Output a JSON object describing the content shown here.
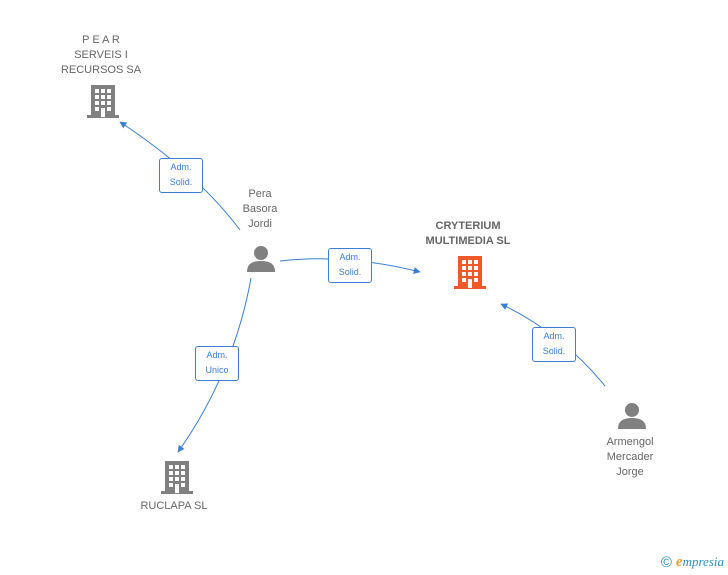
{
  "nodes": {
    "pear": {
      "label": "P E A R\nSERVEIS I\nRECURSOS SA",
      "type": "company",
      "color": "#808080"
    },
    "cryterium": {
      "label": "CRYTERIUM\nMULTIMEDIA SL",
      "type": "company",
      "color": "#f05a28"
    },
    "ruclapa": {
      "label": "RUCLAPA SL",
      "type": "company",
      "color": "#808080"
    },
    "pera": {
      "label": "Pera\nBasora\nJordi",
      "type": "person",
      "color": "#808080"
    },
    "armengol": {
      "label": "Armengol\nMercader\nJorge",
      "type": "person",
      "color": "#808080"
    }
  },
  "edges": {
    "pera_pear": {
      "label": "Adm.\nSolid."
    },
    "pera_cryterium": {
      "label": "Adm.\nSolid."
    },
    "pera_ruclapa": {
      "label": "Adm.\nUnico"
    },
    "armengol_cryterium": {
      "label": "Adm.\nSolid."
    }
  },
  "colors": {
    "edge": "#3a7fd5",
    "company": "#808080",
    "highlight": "#f05a28"
  },
  "brand": {
    "copyright": "©",
    "initial": "e",
    "name": "mpresia"
  }
}
